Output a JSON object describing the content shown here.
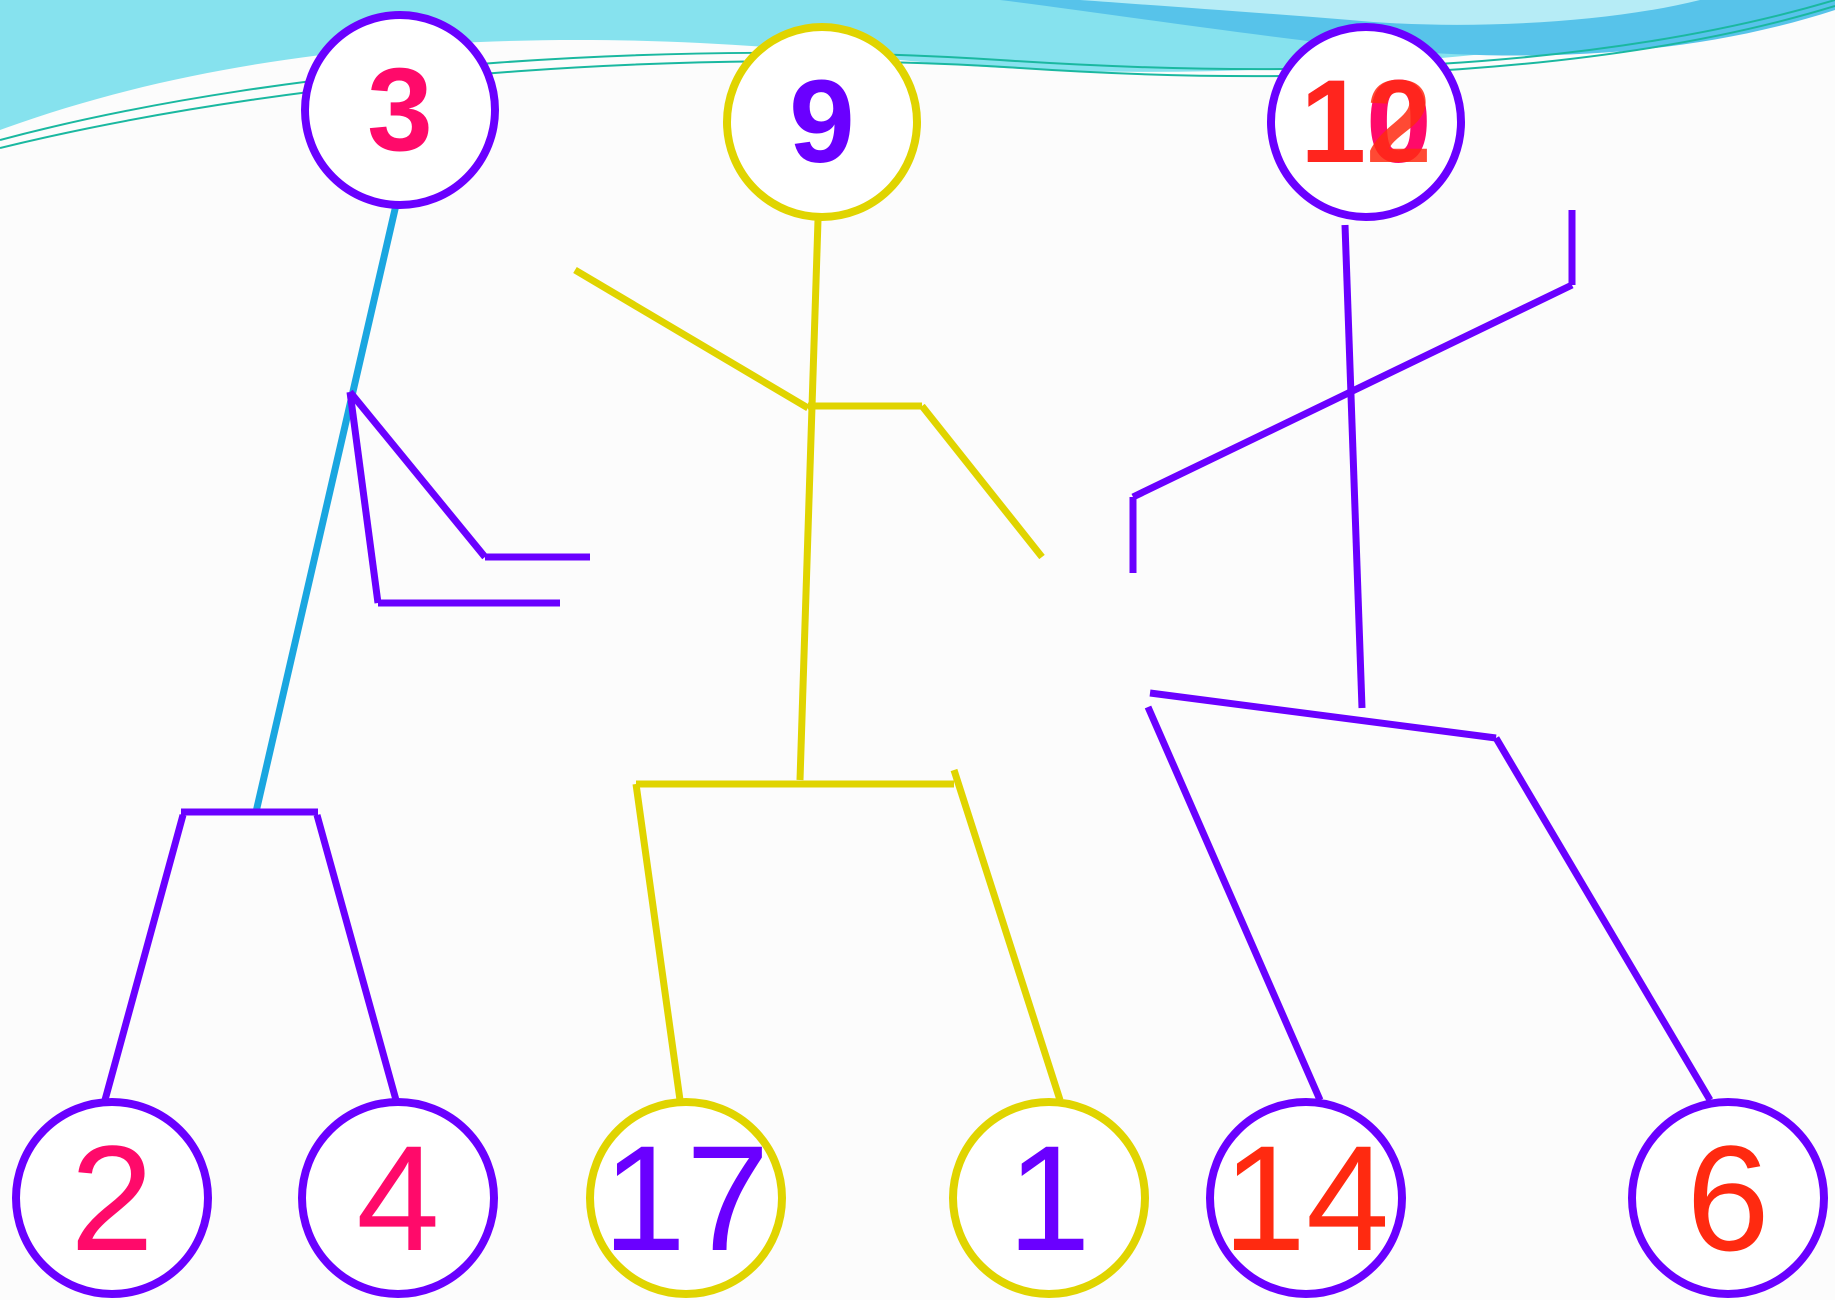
{
  "colors": {
    "violet": "#6a00ff",
    "yellow": "#e0d400",
    "cyan": "#1aa6e0",
    "pink": "#ff0a6a",
    "red": "#ff2a10",
    "banner_light": "#7fe0ec",
    "banner_blue": "#4fb8e8"
  },
  "figures": {
    "left": {
      "head": {
        "text": "3",
        "ring_color": "#6a00ff",
        "text_color": "#ff0a6a"
      },
      "feet": [
        {
          "text": "2",
          "ring_color": "#6a00ff",
          "text_color": "#ff0a6a"
        },
        {
          "text": "4",
          "ring_color": "#6a00ff",
          "text_color": "#ff0a6a"
        }
      ]
    },
    "middle": {
      "head": {
        "text": "9",
        "ring_color": "#e0d400",
        "text_color": "#6a00ff"
      },
      "feet": [
        {
          "text": "17",
          "ring_color": "#e0d400",
          "text_color": "#6a00ff"
        },
        {
          "text": "1",
          "ring_color": "#e0d400",
          "text_color": "#6a00ff"
        }
      ]
    },
    "right": {
      "head": {
        "text_a": "10",
        "text_b": "12",
        "ring_color": "#6a00ff",
        "text_a_color": "#ff0a6a",
        "text_b_color": "#ff2a10"
      },
      "feet": [
        {
          "text": "14",
          "ring_color": "#6a00ff",
          "text_color": "#ff2a10"
        },
        {
          "text": "6",
          "ring_color": "#6a00ff",
          "text_color": "#ff2a10"
        }
      ]
    }
  }
}
